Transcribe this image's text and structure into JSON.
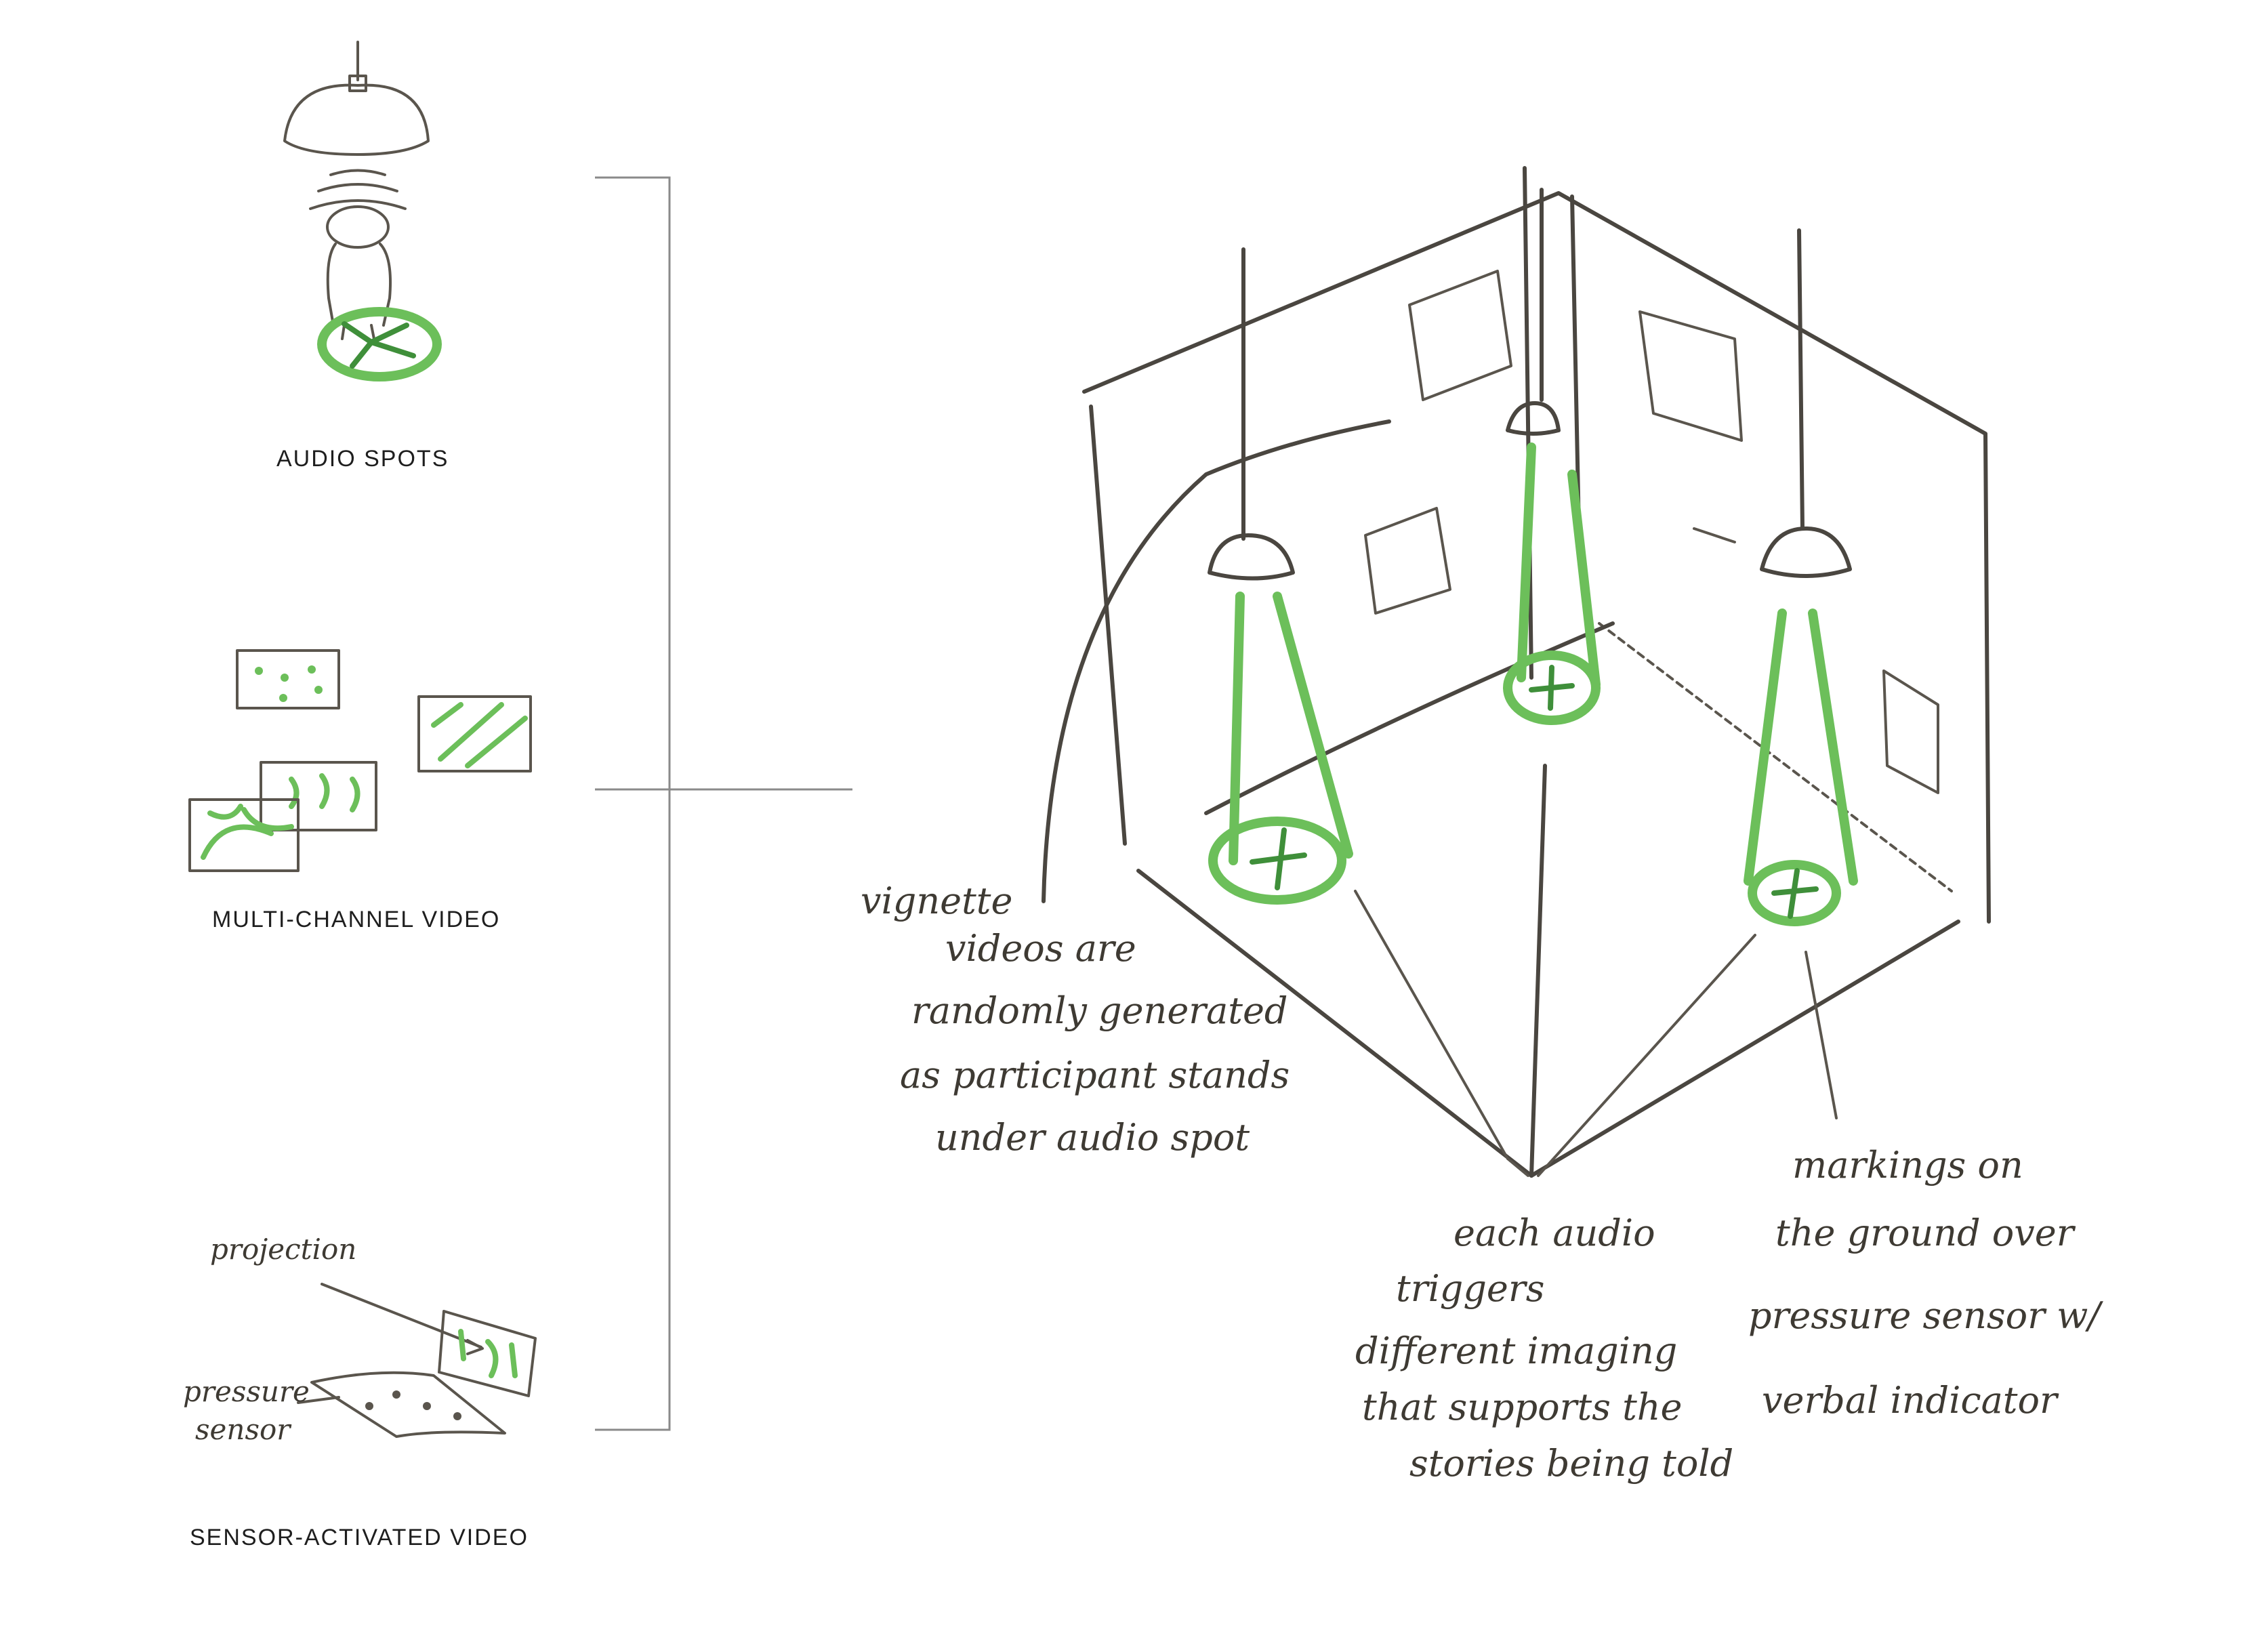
{
  "legend": {
    "audio_spots": "AUDIO SPOTS",
    "multi_channel_video": "MULTI-CHANNEL VIDEO",
    "sensor_activated_video": "SENSOR-ACTIVATED VIDEO",
    "projection": "projection",
    "pressure_sensor_line1": "pressure",
    "pressure_sensor_line2": "sensor"
  },
  "annotations": {
    "vignette": [
      "vignette",
      "videos are",
      "randomly generated",
      "as participant stands",
      "under audio spot"
    ],
    "each_audio": [
      "each audio",
      "triggers",
      "different imaging",
      "that supports the",
      "stories being told"
    ],
    "markings": [
      "markings on",
      "the ground over",
      "pressure sensor w/",
      "verbal indicator"
    ]
  },
  "colors": {
    "green": "#6cbf5a",
    "ink": "#4a4640",
    "bracket": "#8a8a8a"
  }
}
